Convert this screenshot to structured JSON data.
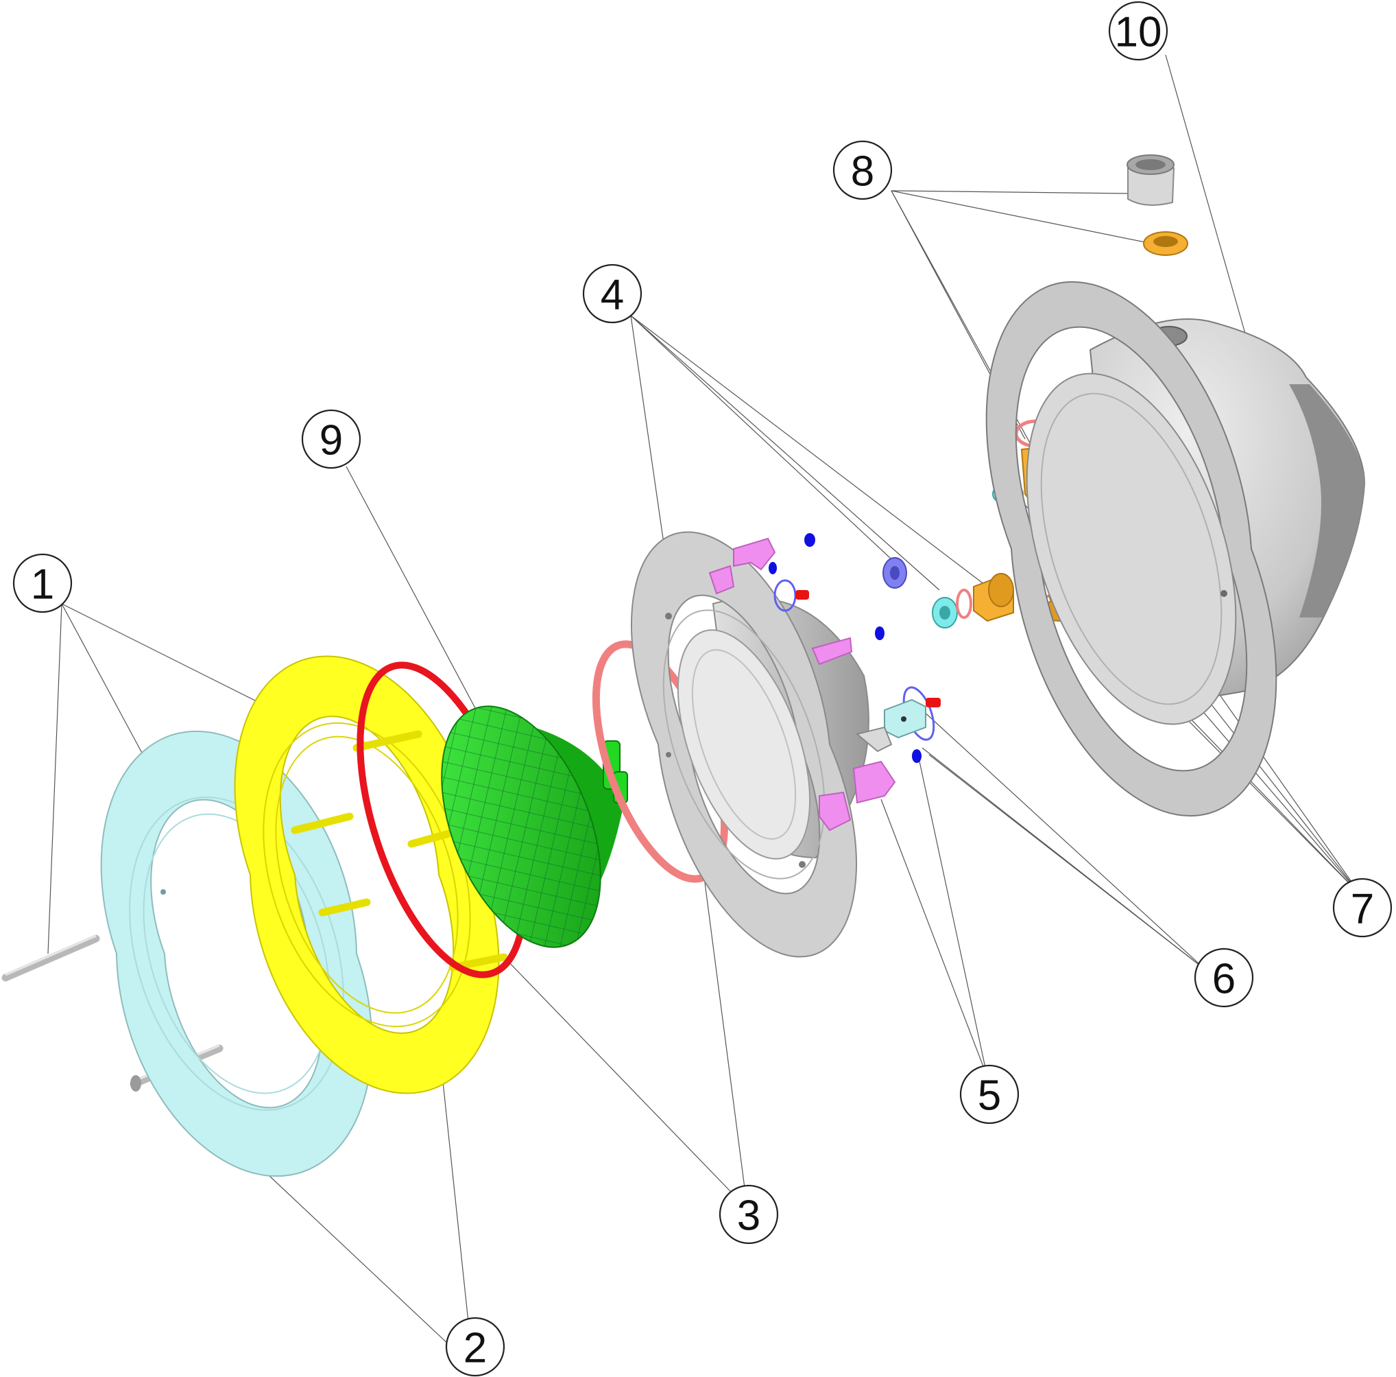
{
  "callouts": [
    {
      "id": "1",
      "label": "1"
    },
    {
      "id": "2",
      "label": "2"
    },
    {
      "id": "3",
      "label": "3"
    },
    {
      "id": "4",
      "label": "4"
    },
    {
      "id": "5",
      "label": "5"
    },
    {
      "id": "6",
      "label": "6"
    },
    {
      "id": "7",
      "label": "7"
    },
    {
      "id": "8",
      "label": "8"
    },
    {
      "id": "9",
      "label": "9"
    },
    {
      "id": "10",
      "label": "10"
    }
  ],
  "colors": {
    "trim_ring": "#c4f1f1",
    "flange": "#ffff22",
    "red_gasket": "#e8141e",
    "lamp": "#22d822",
    "pink_oring": "#f08080",
    "housing": "#cccccc",
    "clips": "#f08ef0",
    "brass": "#f5b033",
    "cyan_seal": "#7feaea",
    "blue_seal": "#8080f0",
    "blue_dots": "#1010e0",
    "screws": "#b8b8b8"
  }
}
